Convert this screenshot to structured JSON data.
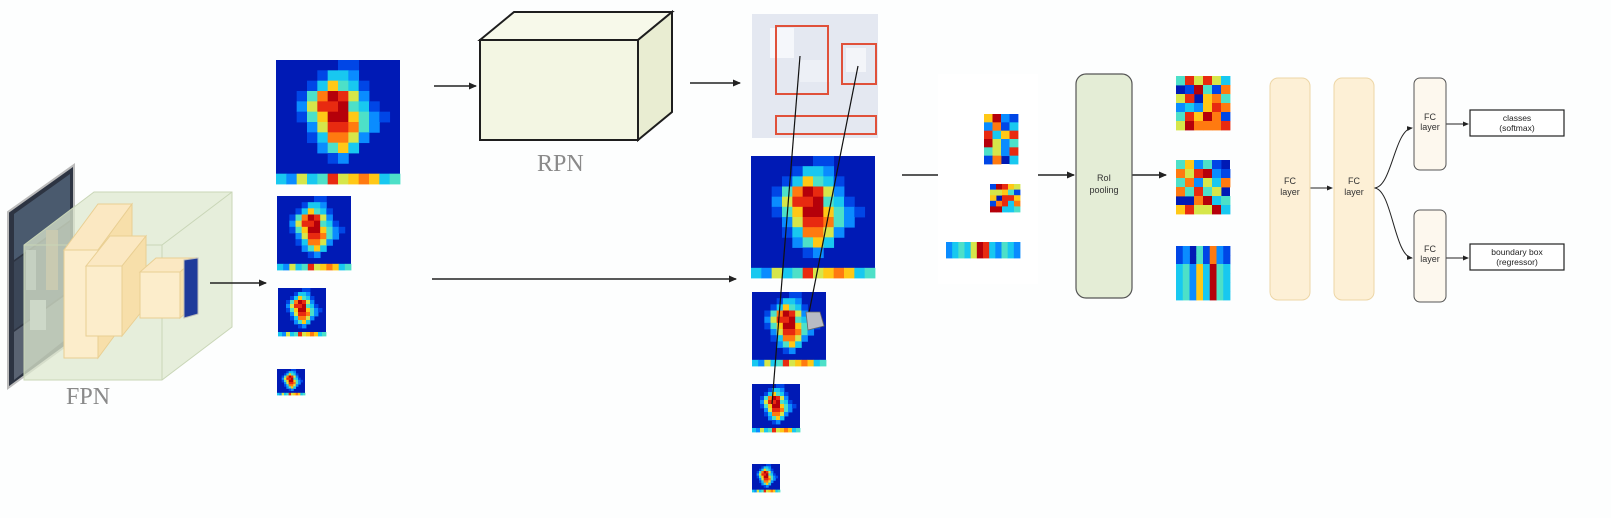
{
  "labels": {
    "fpn": "FPN",
    "rpn": "RPN",
    "roi_pooling": [
      "RoI",
      "pooling"
    ],
    "fc_layer": [
      "FC",
      "layer"
    ],
    "classes": [
      "classes",
      "(softmax)"
    ],
    "boundary_box": [
      "boundary box",
      "(regressor)"
    ]
  },
  "colors": {
    "fpn_box": "#dde8cf",
    "fpn_layers": "#fbe8c2",
    "rpn_box": "#f3f6e3",
    "roi_box": "#e4edd6",
    "fc_box": "#fdf0d6",
    "proposal_box": "#e0513a",
    "arrow": "#222222",
    "heat_low": "#001ab5",
    "heat_high": "#d21010"
  },
  "icons": [
    "arrow-right-icon",
    "heatmap-icon",
    "camera-image-icon"
  ]
}
